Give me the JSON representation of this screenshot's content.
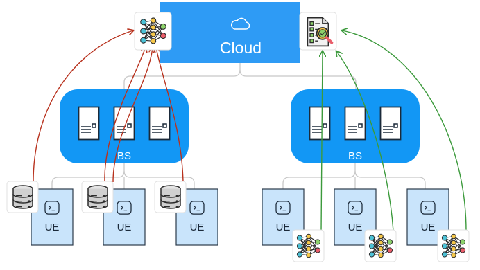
{
  "cloud": {
    "label": "Cloud",
    "icon": "cloud-icon"
  },
  "base_stations": [
    {
      "label": "BS"
    },
    {
      "label": "BS"
    }
  ],
  "user_equipment": [
    {
      "label": "UE"
    },
    {
      "label": "UE"
    },
    {
      "label": "UE"
    },
    {
      "label": "UE"
    },
    {
      "label": "UE"
    },
    {
      "label": "UE"
    }
  ],
  "colors": {
    "cloud_blue": "#2E9BF5",
    "bs_blue": "#1297F5",
    "ue_fill": "#C9E4FB",
    "red_arrow": "#B8321E",
    "green_arrow": "#3C9A3C",
    "connector_gray": "#C8C8C8"
  },
  "icons": {
    "global_model": "neural-network-icon",
    "evaluation": "report-magnifier-icon",
    "ue_data": "database-icon",
    "ue_model": "neural-network-icon",
    "ue_app": "terminal-icon",
    "bs_server": "server-icon"
  }
}
